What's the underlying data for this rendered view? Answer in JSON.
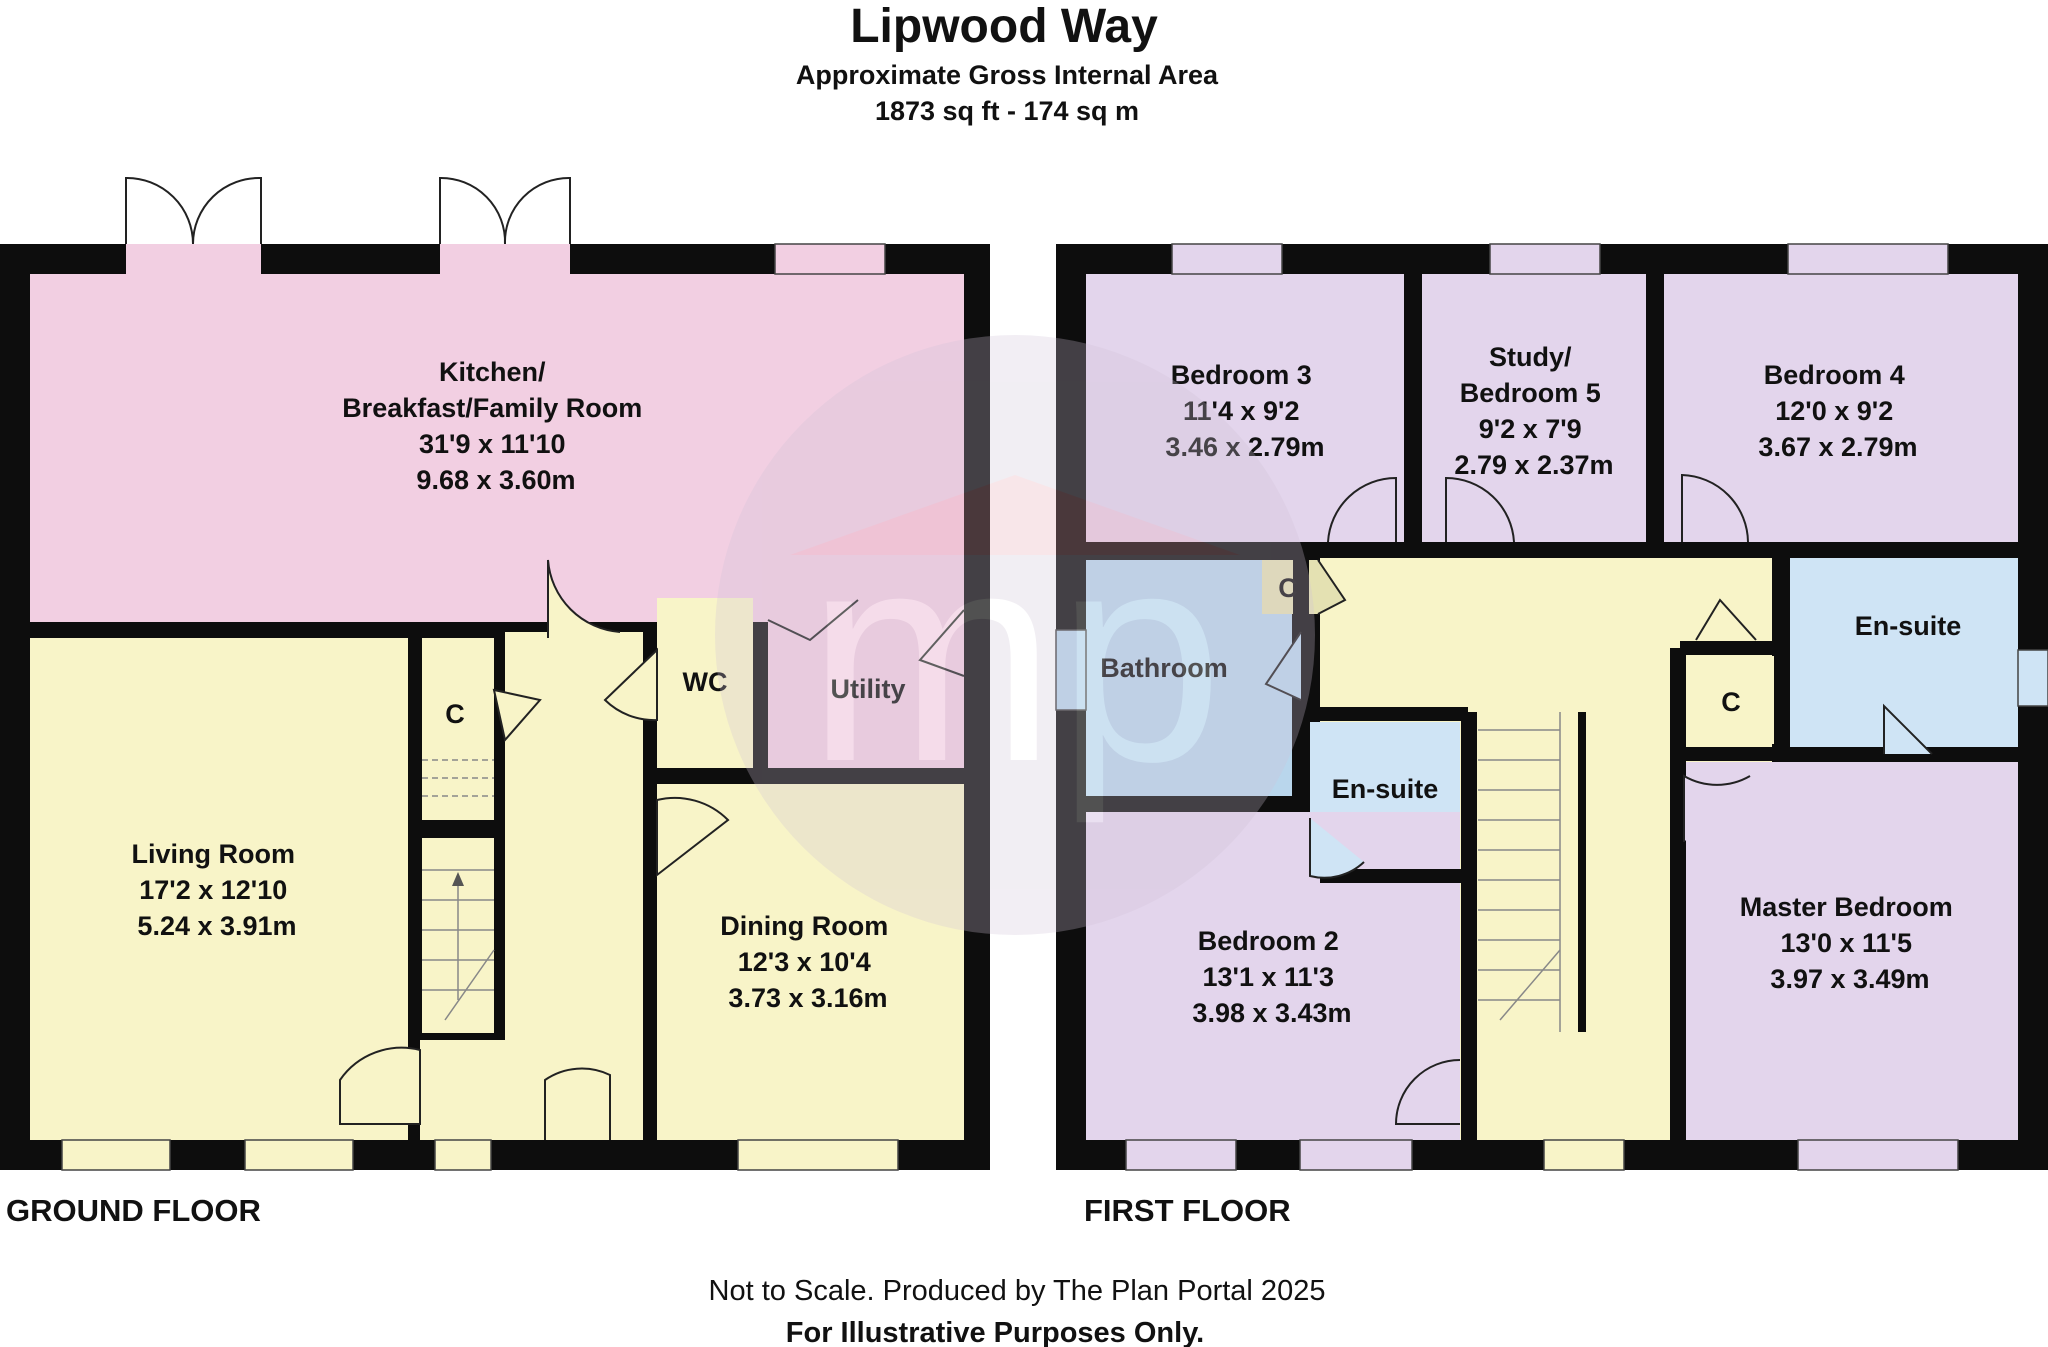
{
  "header": {
    "title": "Lipwood Way",
    "subtitle": "Approximate Gross Internal Area",
    "area": "1873 sq ft - 174 sq m"
  },
  "ground_floor": {
    "label": "GROUND FLOOR",
    "kitchen": {
      "l1": "Kitchen/",
      "l2": "Breakfast/Family Room",
      "imperial": "31'9 x 11'10",
      "metric": "9.68 x 3.60m"
    },
    "living": {
      "name": "Living Room",
      "imperial": "17'2 x 12'10",
      "metric": "5.24 x 3.91m"
    },
    "dining": {
      "name": "Dining Room",
      "imperial": "12'3 x 10'4",
      "metric": "3.73 x 3.16m"
    },
    "wc": "WC",
    "utility": "Utility",
    "cupboard": "C"
  },
  "first_floor": {
    "label": "FIRST FLOOR",
    "bedroom3": {
      "name": "Bedroom 3",
      "imperial": "11'4 x 9'2",
      "metric": "3.46 x 2.79m"
    },
    "study": {
      "l1": "Study/",
      "l2": "Bedroom 5",
      "imperial": "9'2 x 7'9",
      "metric": "2.79 x 2.37m"
    },
    "bedroom4": {
      "name": "Bedroom 4",
      "imperial": "12'0 x 9'2",
      "metric": "3.67 x 2.79m"
    },
    "bathroom": "Bathroom",
    "ensuite_top": "En-suite",
    "ensuite_mid": "En-suite",
    "bedroom2": {
      "name": "Bedroom 2",
      "imperial": "13'1 x 11'3",
      "metric": "3.98 x 3.43m"
    },
    "master": {
      "name": "Master Bedroom",
      "imperial": "13'0 x 11'5",
      "metric": "3.97 x 3.49m"
    },
    "cupboard_a": "C",
    "cupboard_b": "C"
  },
  "footer": {
    "line1": "Not to Scale. Produced by The Plan Portal 2025",
    "line2": "For Illustrative Purposes Only."
  },
  "watermark": {
    "text": "mp"
  },
  "colors": {
    "pink": "#f2cfe2",
    "yellow": "#f8f4c8",
    "lavender": "#e3d5ec",
    "blue": "#cfe4f5",
    "wall": "#0d0d0d"
  }
}
